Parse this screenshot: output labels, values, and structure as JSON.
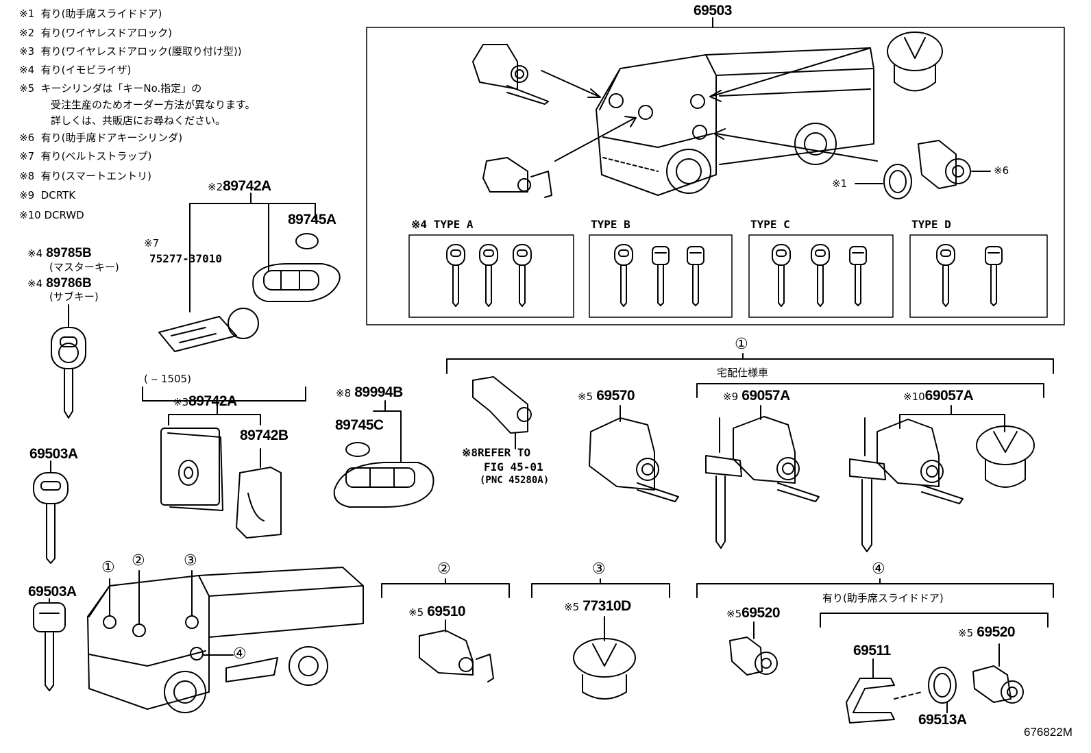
{
  "notes": [
    {
      "mark": "※1",
      "text": "有り(助手席スライドドア)"
    },
    {
      "mark": "※2",
      "text": "有り(ワイヤレスドアロック)"
    },
    {
      "mark": "※3",
      "text": "有り(ワイヤレスドアロック(腰取り付け型))"
    },
    {
      "mark": "※4",
      "text": "有り(イモビライザ)"
    },
    {
      "mark": "※5",
      "text": "キーシリンダは「キーNo.指定」の",
      "cont": [
        "受注生産のためオーダー方法が異なります。",
        "詳しくは、共販店にお尋ねください。"
      ]
    },
    {
      "mark": "※6",
      "text": "有り(助手席ドアキーシリンダ)"
    },
    {
      "mark": "※7",
      "text": "有り(ベルトストラップ)"
    },
    {
      "mark": "※8",
      "text": "有り(スマートエントリ)"
    },
    {
      "mark": "※9",
      "text": "DCRTK"
    },
    {
      "mark": "※10",
      "text": "DCRWD"
    }
  ],
  "set_69503": {
    "number": "69503",
    "mark1": "※1",
    "mark6": "※6",
    "key_types": [
      {
        "mark": "※4",
        "label": "TYPE  A"
      },
      {
        "label": "TYPE  B"
      },
      {
        "label": "TYPE  C"
      },
      {
        "label": "TYPE  D"
      }
    ]
  },
  "keys_left": {
    "master_mark": "※4",
    "master_no": "89785B",
    "master_name": "(マスターキー)",
    "sub_mark": "※4",
    "sub_no": "89786B",
    "sub_name": "(サブキー)",
    "key_a1": "69503A",
    "key_a2": "69503A"
  },
  "transmitter_2": {
    "mark": "※2",
    "number": "89742A",
    "strap_mark": "※7",
    "strap_no": "75277-37010",
    "battery": "89745A"
  },
  "transmitter_3": {
    "range": "(      ‒ 1505)",
    "mark": "※3",
    "number": "89742A",
    "case": "89742B"
  },
  "smart": {
    "mark": "※8",
    "number": "89994B",
    "battery": "89745C"
  },
  "refer": {
    "mark": "※8",
    "line1": "REFER TO",
    "line2": "FIG 45-01",
    "line3": "(PNC 45280A)"
  },
  "group1": {
    "circle": "①",
    "title": "宅配仕様車",
    "p1_mark": "※5",
    "p1_no": "69570",
    "p2_mark": "※9",
    "p2_no": "69057A",
    "p3_mark": "※10",
    "p3_no": "69057A"
  },
  "group2": {
    "circle": "②",
    "mark": "※5",
    "number": "69510"
  },
  "group3": {
    "circle": "③",
    "mark": "※5",
    "number": "77310D"
  },
  "group4": {
    "circle": "④",
    "mark": "※5",
    "number": "69520",
    "sub_title": "有り(助手席スライドドア)",
    "s_mark": "※5",
    "s_number": "69520",
    "bracket": "69511",
    "ring": "69513A"
  },
  "truck_labels": [
    "①",
    "②",
    "③",
    "④"
  ],
  "figure_id": "676822M"
}
